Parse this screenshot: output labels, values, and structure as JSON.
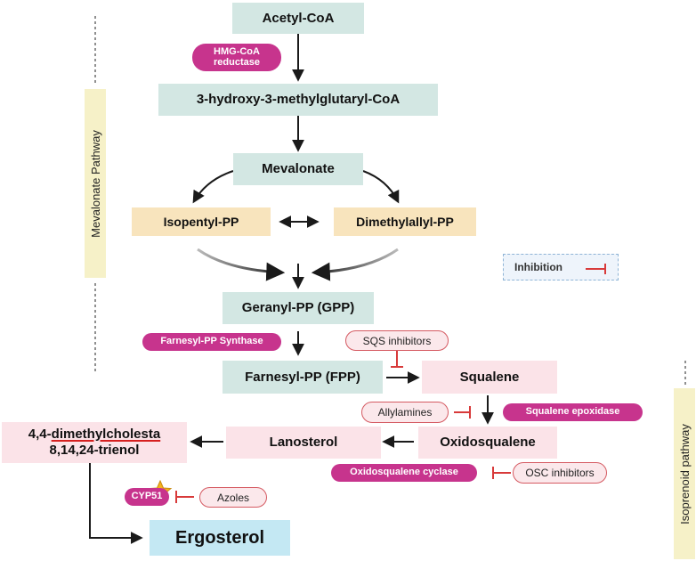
{
  "nodes": {
    "acetyl_coa": "Acetyl-CoA",
    "hmg_coa": "3-hydroxy-3-methylglutaryl-CoA",
    "mevalonate": "Mevalonate",
    "isopentyl_pp": "Isopentyl-PP",
    "dimethylallyl_pp": "Dimethylallyl-PP",
    "geranyl_pp": "Geranyl-PP (GPP)",
    "farnesyl_pp": "Farnesyl-PP (FPP)",
    "squalene": "Squalene",
    "oxidosqualene": "Oxidosqualene",
    "lanosterol": "Lanosterol",
    "dimethylcholesta_pre": "4,4-",
    "dimethylcholesta_mid": "dimethylcholesta",
    "dimethylcholesta_line2": "8,14,24-trienol",
    "ergosterol": "Ergosterol"
  },
  "enzymes": {
    "hmg_coa_reductase_line1": "HMG-CoA",
    "hmg_coa_reductase_line2": "reductase",
    "farnesyl_pp_synthase": "Farnesyl-PP Synthase",
    "squalene_epoxidase": "Squalene epoxidase",
    "oxidosqualene_cyclase": "Oxidosqualene cyclase",
    "cyp51": "CYP51"
  },
  "inhibitors": {
    "sqs_inhibitors": "SQS inhibitors",
    "allylamines": "Allylamines",
    "osc_inhibitors": "OSC inhibitors",
    "azoles": "Azoles"
  },
  "side_labels": {
    "mevalonate_pathway": "Mevalonate Pathway",
    "isoprenoid_pathway": "Isoprenoid pathway"
  },
  "legend": {
    "inhibition": "Inhibition"
  },
  "colors": {
    "arrow": "#1a1a1a",
    "inhibition": "#d83a3a",
    "enzyme": "#c7348d",
    "star": "#f5b21e"
  }
}
